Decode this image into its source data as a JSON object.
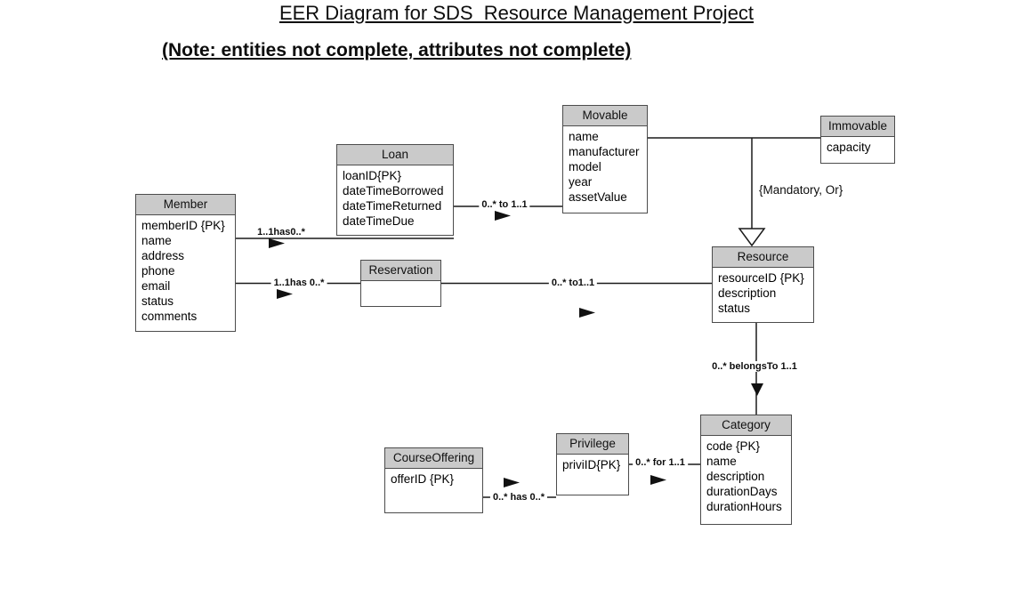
{
  "title": "EER Diagram for SDS  Resource Management Project",
  "subtitle": "(Note: entities not complete, attributes not complete)",
  "colors": {
    "entity_header_fill": "#cacaca",
    "entity_border": "#4c4c4c",
    "line": "#1a1a1a",
    "background": "#ffffff"
  },
  "entities": [
    {
      "name": "Member",
      "attributes": [
        "memberID {PK}",
        "name",
        "address",
        "phone",
        "email",
        "status",
        "comments"
      ]
    },
    {
      "name": "Loan",
      "attributes": [
        "loanID{PK}",
        "dateTimeBorrowed",
        "dateTimeReturned",
        "dateTimeDue"
      ]
    },
    {
      "name": "Reservation",
      "attributes": []
    },
    {
      "name": "Movable",
      "attributes": [
        "name",
        "manufacturer",
        "model",
        "year",
        "assetValue"
      ]
    },
    {
      "name": "Immovable",
      "attributes": [
        "capacity"
      ]
    },
    {
      "name": "Resource",
      "attributes": [
        "resourceID {PK}",
        "description",
        "status"
      ]
    },
    {
      "name": "Category",
      "attributes": [
        "code {PK}",
        "name",
        "description",
        "durationDays",
        "durationHours"
      ]
    },
    {
      "name": "Privilege",
      "attributes": [
        "priviID{PK}"
      ]
    },
    {
      "name": "CourseOffering",
      "attributes": [
        "offerID {PK}"
      ]
    }
  ],
  "connectors": [
    {
      "from": "Member",
      "to": "Loan",
      "label": "1..1has0..*"
    },
    {
      "from": "Loan",
      "to": "Movable",
      "label": "0..* to 1..1"
    },
    {
      "from": "Member",
      "to": "Reservation",
      "label": "1..1has 0..*"
    },
    {
      "from": "Reservation",
      "to": "Resource",
      "label": "0..* to1..1"
    },
    {
      "from": "Resource",
      "to": "Category",
      "label": "0..* belongsTo 1..1"
    },
    {
      "from": "CourseOffering",
      "to": "Privilege",
      "label": "0..* has 0..*"
    },
    {
      "from": "Privilege",
      "to": "Category",
      "label": "0..* for 1..1"
    }
  ],
  "inheritance": {
    "parent": "Resource",
    "children": [
      "Movable",
      "Immovable"
    ],
    "constraint_label": "{Mandatory, Or}"
  }
}
